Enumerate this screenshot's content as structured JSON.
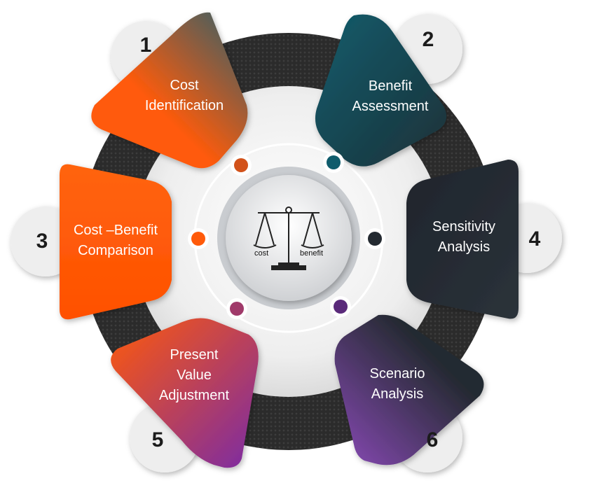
{
  "center": {
    "icon": "balance-scale-icon",
    "left_pan_label": "cost",
    "right_pan_label": "benefit"
  },
  "steps": [
    {
      "number": "1",
      "label": "Cost\nIdentification",
      "color_from": "#2f5f6a",
      "color_to": "#ff5a0a"
    },
    {
      "number": "2",
      "label": "Benefit\nAssessment",
      "color_from": "#0f5c6c",
      "color_to": "#1e3138"
    },
    {
      "number": "3",
      "label": "Cost –Benefit\nComparison",
      "color_from": "#ff5a0a",
      "color_to": "#ff5a0a"
    },
    {
      "number": "4",
      "label": "Sensitivity\nAnalysis",
      "color_from": "#242a31",
      "color_to": "#242a31"
    },
    {
      "number": "5",
      "label": "Present\nValue\nAdjustment",
      "color_from": "#ff5a0a",
      "color_to": "#7a2aa6"
    },
    {
      "number": "6",
      "label": "Scenario\nAnalysis",
      "color_from": "#242a31",
      "color_to": "#8a4ab8"
    }
  ],
  "dot_colors": [
    "#d2521a",
    "#0f5c6c",
    "#ff5a0a",
    "#242a31",
    "#a03a6a",
    "#5a2a7a"
  ]
}
